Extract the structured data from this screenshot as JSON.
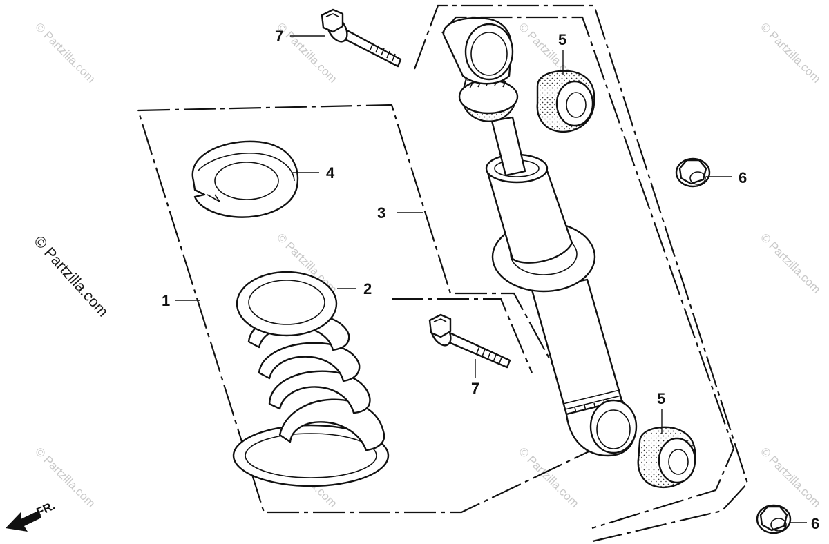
{
  "callouts": {
    "c1": "1",
    "c2": "2",
    "c3": "3",
    "c4": "4",
    "c5_upper": "5",
    "c5_lower": "5",
    "c6_upper": "6",
    "c6_lower": "6",
    "c7_upper": "7",
    "c7_lower": "7"
  },
  "watermark": {
    "text": "© Partzilla.com"
  },
  "direction_marker": {
    "label": "FR.",
    "icon": "front-direction-arrow-icon"
  },
  "colors": {
    "line": "#111111",
    "background": "#ffffff",
    "watermark": "#c9c9c9"
  }
}
